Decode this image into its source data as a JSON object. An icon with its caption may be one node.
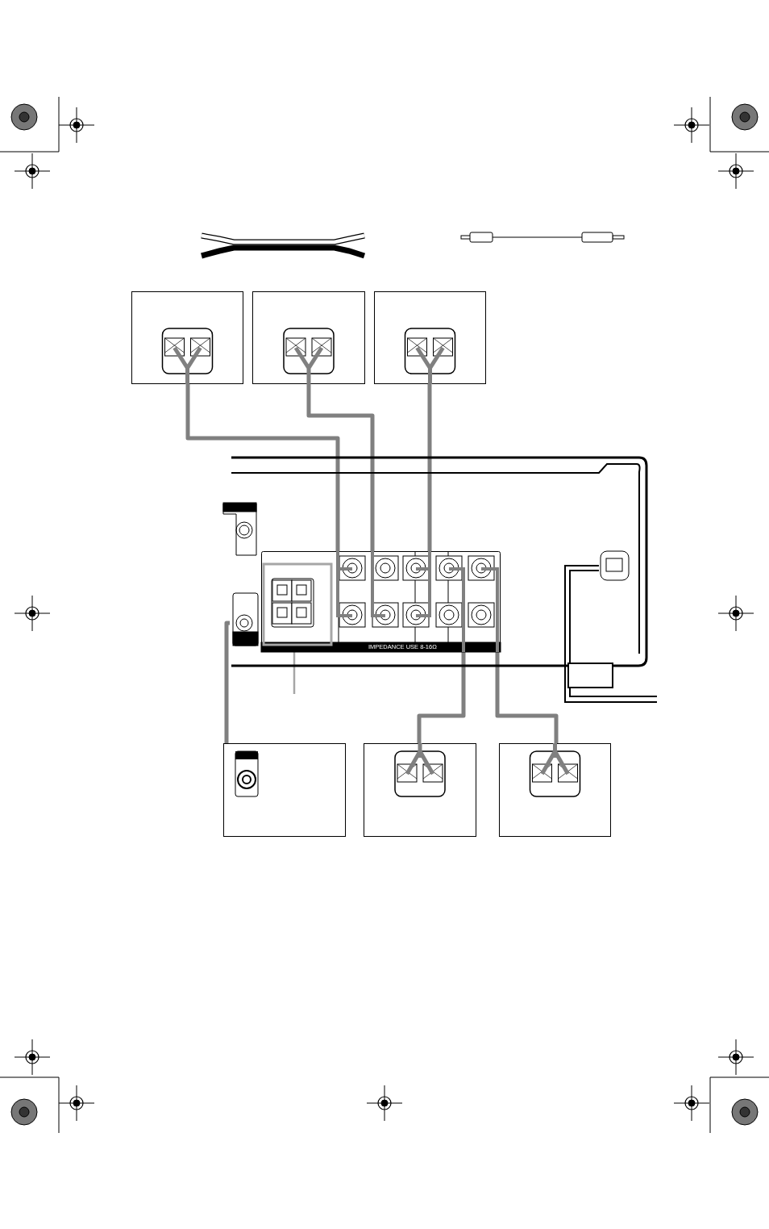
{
  "diagram": {
    "nodes": [
      {
        "text": [],
        "shape": "box"
      },
      {
        "text": [],
        "shape": "box"
      },
      {
        "text": [],
        "shape": "box"
      },
      {
        "text": [],
        "shape": "box"
      },
      {
        "text": [
          "IMPEDANCE USE 8-16Ω"
        ],
        "in": 3
      },
      {
        "text": [],
        "shape": "box",
        "in": 4
      },
      {
        "text": [],
        "shape": "box"
      },
      {
        "text": [],
        "shape": "box"
      },
      {
        "text": [],
        "shape": "box"
      }
    ],
    "edges": [
      {
        "from": 0,
        "to": 4,
        "arrow": "none"
      },
      {
        "from": 1,
        "to": 4,
        "arrow": "none"
      },
      {
        "from": 2,
        "to": 4,
        "arrow": "none"
      },
      {
        "from": 3,
        "to": 6,
        "arrow": "none"
      },
      {
        "from": 4,
        "to": 7,
        "arrow": "none"
      },
      {
        "from": 4,
        "to": 8,
        "arrow": "none"
      },
      {
        "from": 5,
        "to": null,
        "arrow": "none",
        "color": "#a6a6a6"
      }
    ]
  }
}
